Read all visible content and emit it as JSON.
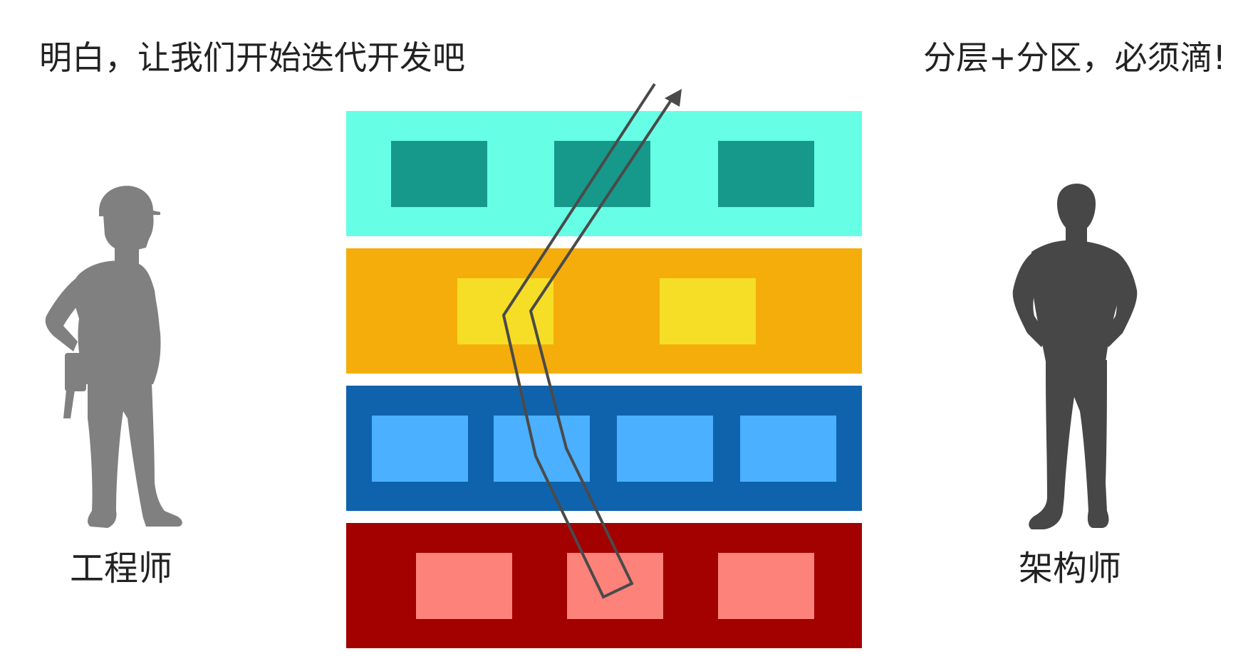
{
  "captions": {
    "left": "明白，让我们开始迭代开发吧",
    "right": "分层+分区，必须滴!"
  },
  "roles": {
    "engineer": "工程师",
    "architect": "架构师"
  },
  "colors": {
    "layer1_bg": "#66ffe6",
    "layer1_block": "#16998a",
    "layer2_bg": "#f5ad0b",
    "layer2_block": "#f7de26",
    "layer3_bg": "#0f63ad",
    "layer3_block": "#4ab0ff",
    "layer4_bg": "#a30000",
    "layer4_block": "#fc827a",
    "engineer": "#808080",
    "architect": "#474747",
    "path": "#4a4a4a"
  },
  "layers": [
    {
      "name": "layer-1",
      "block_count": 3
    },
    {
      "name": "layer-2",
      "block_count": 2
    },
    {
      "name": "layer-3",
      "block_count": 4
    },
    {
      "name": "layer-4",
      "block_count": 3
    }
  ],
  "icons": [
    "engineer-silhouette-icon",
    "architect-silhouette-icon",
    "iteration-arrow-icon"
  ]
}
